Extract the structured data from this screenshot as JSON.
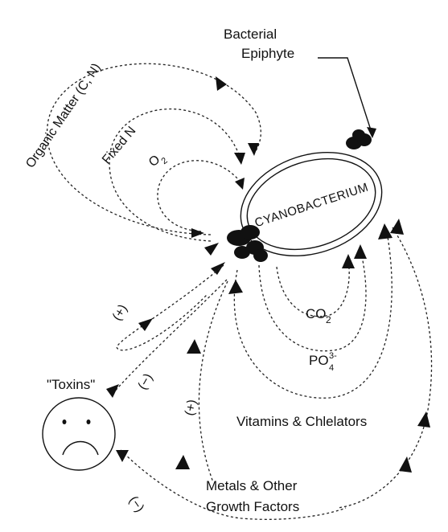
{
  "labels": {
    "bacterial_epiphyte_line1": "Bacterial",
    "bacterial_epiphyte_line2": "Epiphyte",
    "organic_matter": "Organic Matter (C, N)",
    "fixed_n": "Fixed N",
    "o2": "O",
    "o2_sub": "2",
    "cell": "CYANOBACTERIUM",
    "co2": "CO",
    "co2_sub": "2",
    "po4": "PO",
    "po4_sup": "3-",
    "po4_sub": "4",
    "vitamins": "Vitamins & Chlelators",
    "toxins": "\"Toxins\"",
    "metals_line1": "Metals & Other",
    "metals_line2": "Growth Factors",
    "plus1": "(+)",
    "minus1": "(−)",
    "plus2": "(+)",
    "minus2": "(−)"
  },
  "colors": {
    "stroke": "#111111",
    "background": "#ffffff"
  }
}
